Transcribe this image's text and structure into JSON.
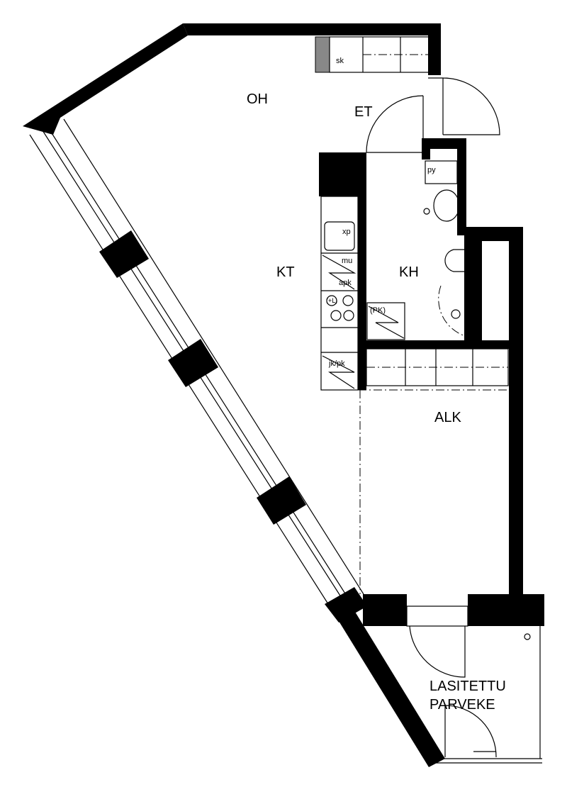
{
  "plan": {
    "rooms": {
      "oh": "OH",
      "et": "ET",
      "kt": "KT",
      "kh": "KH",
      "alk": "ALK",
      "balcony_line1": "LASITETTU",
      "balcony_line2": "PARVEKE"
    },
    "fixtures": {
      "sk": "sk",
      "py": "py",
      "xp": "xp",
      "mu": "mu",
      "apk": "apk",
      "stove": "(+L)",
      "pk": "(PK)",
      "jkpk": "jk/pk"
    }
  }
}
